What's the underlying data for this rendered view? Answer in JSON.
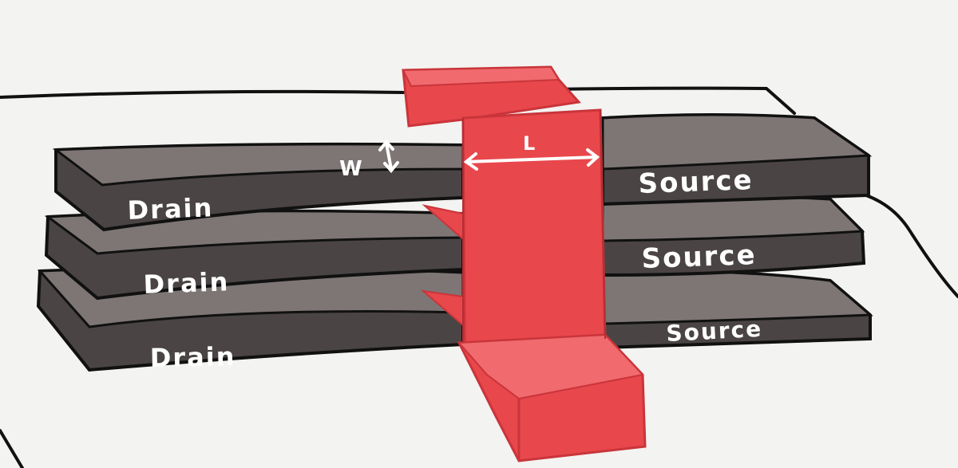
{
  "colors": {
    "paper": "#f3f3f1",
    "ink": "#111111",
    "sheet_top": "#7d7675",
    "sheet_side": "#4a4444",
    "gate": "#e8474c",
    "gate_light": "#f06a6e",
    "label": "#ffffff"
  },
  "labels": {
    "drain_1": "Drain",
    "drain_2": "Drain",
    "drain_3": "Drain",
    "source_1": "Source",
    "source_2": "Source",
    "source_3": "Source",
    "width": "W",
    "length": "L"
  }
}
